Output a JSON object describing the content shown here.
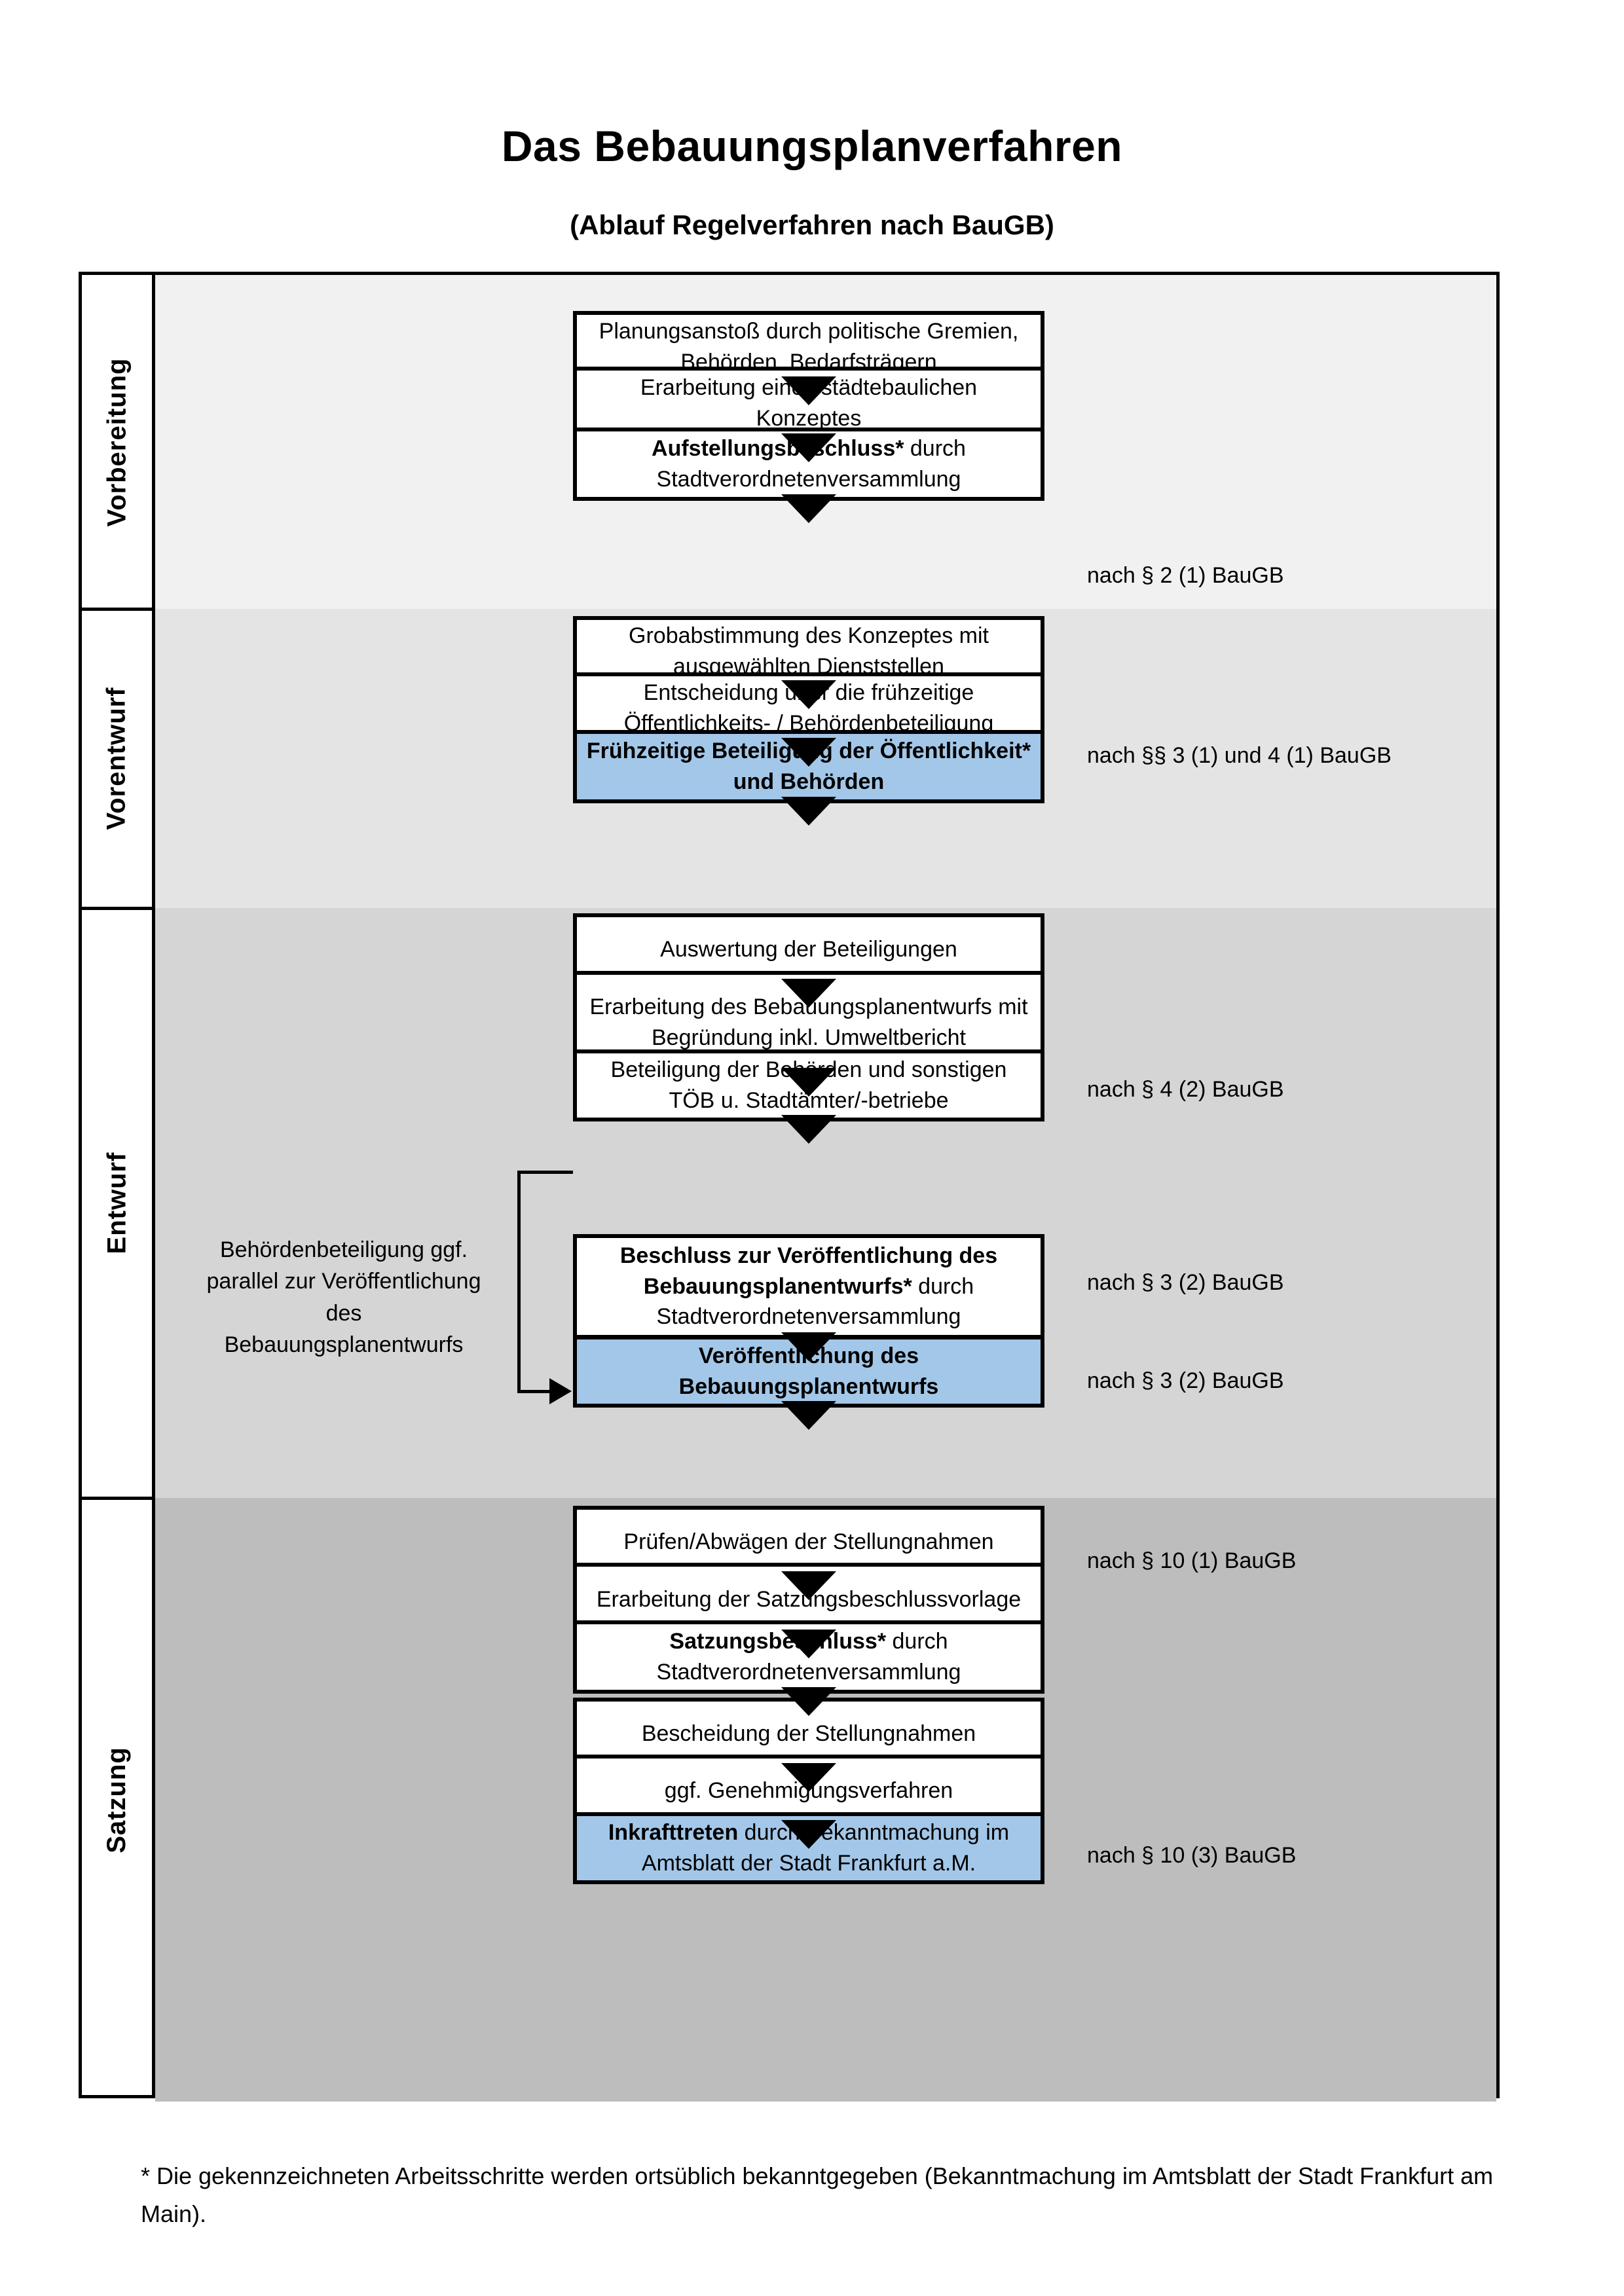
{
  "header": {
    "title": "Das Bebauungsplanverfahren",
    "subtitle": "(Ablauf Regelverfahren nach BauGB)"
  },
  "phases": [
    {
      "key": "vorbereitung",
      "label": "Vorbereitung",
      "band_color": "#f1f1f1"
    },
    {
      "key": "vorentwurf",
      "label": "Vorentwurf",
      "band_color": "#e4e4e4"
    },
    {
      "key": "entwurf",
      "label": "Entwurf",
      "band_color": "#d5d5d5"
    },
    {
      "key": "satzung",
      "label": "Satzung",
      "band_color": "#bdbdbd"
    }
  ],
  "steps": [
    {
      "id": "s1",
      "phase": "vorbereitung",
      "bold": "",
      "text": "Planungsanstoß durch politische Gremien, Behörden, Bedarfsträgern",
      "highlight": false
    },
    {
      "id": "s2",
      "phase": "vorbereitung",
      "bold": "",
      "text": "Erarbeitung eines städtebaulichen Konzeptes",
      "highlight": false
    },
    {
      "id": "s3",
      "phase": "vorbereitung",
      "bold": "Aufstellungsbeschluss*",
      "text": " durch Stadtverordnetenversammlung",
      "highlight": false
    },
    {
      "id": "s4",
      "phase": "vorentwurf",
      "bold": "",
      "text": "Grobabstimmung des Konzeptes mit ausgewählten Dienststellen",
      "highlight": false
    },
    {
      "id": "s5",
      "phase": "vorentwurf",
      "bold": "",
      "text": "Entscheidung über die frühzeitige Öffentlichkeits- / Behördenbeteiligung",
      "highlight": false
    },
    {
      "id": "s6",
      "phase": "vorentwurf",
      "bold": "Frühzeitige Beteiligung der Öffentlichkeit* und Behörden",
      "text": "",
      "highlight": true
    },
    {
      "id": "s7",
      "phase": "entwurf",
      "bold": "",
      "text": "Auswertung der Beteiligungen",
      "highlight": false
    },
    {
      "id": "s8",
      "phase": "entwurf",
      "bold": "",
      "text": "Erarbeitung des Bebauungsplanentwurfs mit Begründung inkl. Umweltbericht",
      "highlight": false
    },
    {
      "id": "s9",
      "phase": "entwurf",
      "bold": "",
      "text": "Beteiligung der Behörden und sonstigen TÖB u. Stadtämter/-betriebe",
      "highlight": false
    },
    {
      "id": "s10",
      "phase": "entwurf",
      "bold": "Beschluss zur Veröffentlichung des Bebauungsplanentwurfs*",
      "text": " durch Stadtverordnetenversammlung",
      "highlight": false
    },
    {
      "id": "s11",
      "phase": "entwurf",
      "bold": "Veröffentlichung des Bebauungsplanentwurfs",
      "text": "",
      "highlight": true
    },
    {
      "id": "s12",
      "phase": "satzung",
      "bold": "",
      "text": "Prüfen/Abwägen der Stellungnahmen",
      "highlight": false
    },
    {
      "id": "s13",
      "phase": "satzung",
      "bold": "",
      "text": "Erarbeitung der Satzungsbeschlussvorlage",
      "highlight": false
    },
    {
      "id": "s14",
      "phase": "satzung",
      "bold": "Satzungsbeschluss*",
      "text": " durch Stadtverordnetenversammlung",
      "highlight": false
    },
    {
      "id": "s15",
      "phase": "satzung",
      "bold": "",
      "text": "Bescheidung der Stellungnahmen",
      "highlight": false
    },
    {
      "id": "s16",
      "phase": "satzung",
      "bold": "",
      "text": "ggf. Genehmigungsverfahren",
      "highlight": false
    },
    {
      "id": "s17",
      "phase": "satzung",
      "bold": "Inkrafttreten",
      "text": " durch Bekanntmachung im Amtsblatt der Stadt Frankfurt a.M.",
      "highlight": true
    }
  ],
  "legal_refs": [
    {
      "id": "l1",
      "text": "nach § 2 (1) BauGB"
    },
    {
      "id": "l2",
      "text": "nach §§ 3 (1) und 4 (1) BauGB"
    },
    {
      "id": "l3",
      "text": "nach § 4 (2) BauGB"
    },
    {
      "id": "l4",
      "text": "nach § 3 (2) BauGB"
    },
    {
      "id": "l5",
      "text": "nach § 3 (2) BauGB"
    },
    {
      "id": "l6",
      "text": "nach § 10 (1) BauGB"
    },
    {
      "id": "l7",
      "text": "nach § 10 (3) BauGB"
    }
  ],
  "side_note": "Behördenbeteiligung ggf. parallel zur Veröffentlichung des Bebauungsplanentwurfs",
  "footnote": "* Die gekennzeichneten Arbeitsschritte werden ortsüblich bekanntgegeben (Bekanntmachung im Amtsblatt  der Stadt Frankfurt am Main).",
  "colors": {
    "highlight_blue": "#a3c7e8",
    "border_black": "#000000",
    "band_1": "#f1f1f1",
    "band_2": "#e4e4e4",
    "band_3": "#d5d5d5",
    "band_4": "#bdbdbd"
  }
}
